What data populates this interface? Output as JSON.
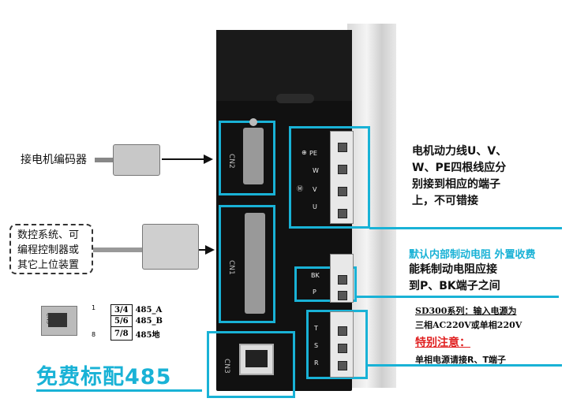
{
  "labels": {
    "encoder": "接电机编码器",
    "controller": [
      "数控系统、可",
      "编程控制器或",
      "其它上位装置"
    ],
    "motor_note": [
      "电机动力线U、V、",
      "W、PE四根线应分",
      "别接到相应的端子",
      "上，不可错接"
    ],
    "brake_default": "默认内部制动电阻 外置收费",
    "brake_note": [
      "能耗制动电阻应接",
      "到P、BK端子之间"
    ],
    "power_title": "SD300系列：输入电源为",
    "power_line2": "三相AC220V或单相220V",
    "special": "特别注意：",
    "single_phase": "单相电源请接R、T端子",
    "free485": "免费标配485"
  },
  "connectors": {
    "cn1": "CN1",
    "cn2": "CN2",
    "cn3": "CN3",
    "cn3_small": "CN3",
    "terminal_motor": [
      "PE",
      "W",
      "V",
      "U"
    ],
    "terminal_brake": [
      "BK",
      "P"
    ],
    "terminal_power": [
      "T",
      "S",
      "R"
    ]
  },
  "pin_table": {
    "rows": [
      {
        "pins": "3/4",
        "signal": "485_A"
      },
      {
        "pins": "5/6",
        "signal": "485_B"
      },
      {
        "pins": "7/8",
        "signal": "485地"
      }
    ],
    "pin_first": "1",
    "pin_last": "8"
  },
  "colors": {
    "accent": "#19b2d6",
    "warning": "#e02020"
  }
}
